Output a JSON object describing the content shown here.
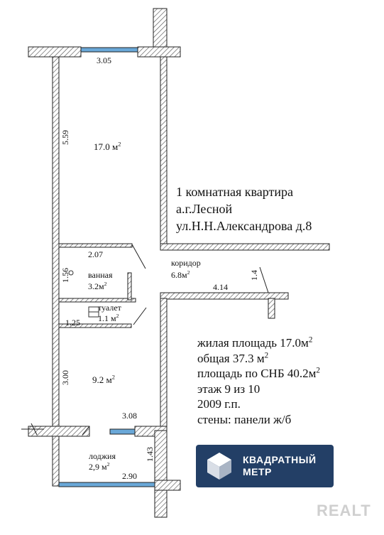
{
  "rooms": {
    "living": {
      "name": "",
      "area": "17.0 м",
      "sup": "2"
    },
    "bath": {
      "name": "ванная",
      "area": "3.2м",
      "sup": "2"
    },
    "toilet": {
      "name": "туалет",
      "area": "1.1 м",
      "sup": "2"
    },
    "corridor": {
      "name": "коридор",
      "area": "6.8м",
      "sup": "2"
    },
    "kitchen": {
      "name": "",
      "area": "9.2 м",
      "sup": "2"
    },
    "loggia": {
      "name": "лоджия",
      "area": "2,9 м",
      "sup": "2"
    }
  },
  "dimensions": {
    "top_width": "3.05",
    "living_length": "5.59",
    "bath_width": "2.07",
    "bath_height": "1.56",
    "corridor_length": "4.14",
    "corridor_width": "1.4",
    "toilet_width": "1.25",
    "kitchen_length": "3.00",
    "kitchen_width": "3.08",
    "loggia_depth": "1.43",
    "loggia_width": "2.90"
  },
  "address": {
    "line1": "1 комнатная квартира",
    "line2": "а.г.Лесной",
    "line3": "ул.Н.Н.Александрова д.8"
  },
  "details": {
    "living_area": "жилая площадь 17.0м",
    "total_area": "общая 37.3 м",
    "snb_area": "площадь по СНБ 40.2м",
    "sup": "2",
    "floor": "этаж 9 из 10",
    "year": "2009 г.п.",
    "walls": "стены: панели ж/б"
  },
  "logo": {
    "line1": "КВАДРАТНЫЙ",
    "line2": "МЕТР"
  },
  "watermark": "REALT",
  "colors": {
    "wall_hatch": "#555555",
    "window": "#6aa8d8",
    "logo_bg": "#233f66"
  }
}
